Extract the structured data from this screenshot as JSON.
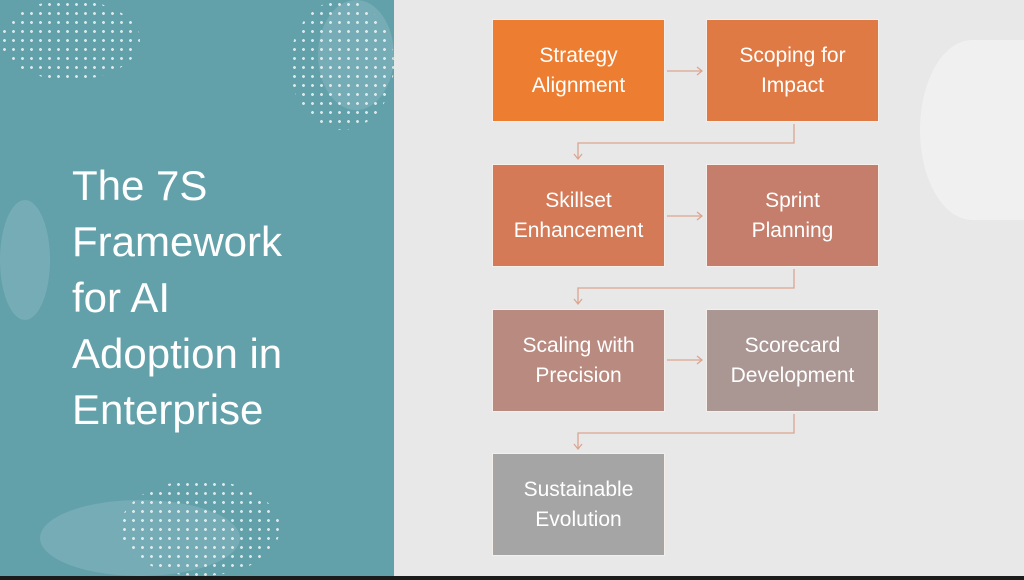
{
  "slide": {
    "title": "The 7S Framework for AI Adoption in Enterprise",
    "title_lines": [
      "The 7S",
      "Framework",
      "for AI",
      "Adoption in",
      "Enterprise"
    ],
    "accent_color": "#62a0aa"
  },
  "process": {
    "steps": [
      {
        "line1": "Strategy",
        "line2": "Alignment",
        "color": "#ed7d31"
      },
      {
        "line1": "Scoping for",
        "line2": "Impact",
        "color": "#e07a45"
      },
      {
        "line1": "Skillset",
        "line2": "Enhancement",
        "color": "#d57a57"
      },
      {
        "line1": "Sprint",
        "line2": "Planning",
        "color": "#c67e6c"
      },
      {
        "line1": "Scaling with",
        "line2": "Precision",
        "color": "#b98a80"
      },
      {
        "line1": "Scorecard",
        "line2": "Development",
        "color": "#aa9794"
      },
      {
        "line1": "Sustainable",
        "line2": "Evolution",
        "color": "#a5a5a5"
      }
    ]
  }
}
